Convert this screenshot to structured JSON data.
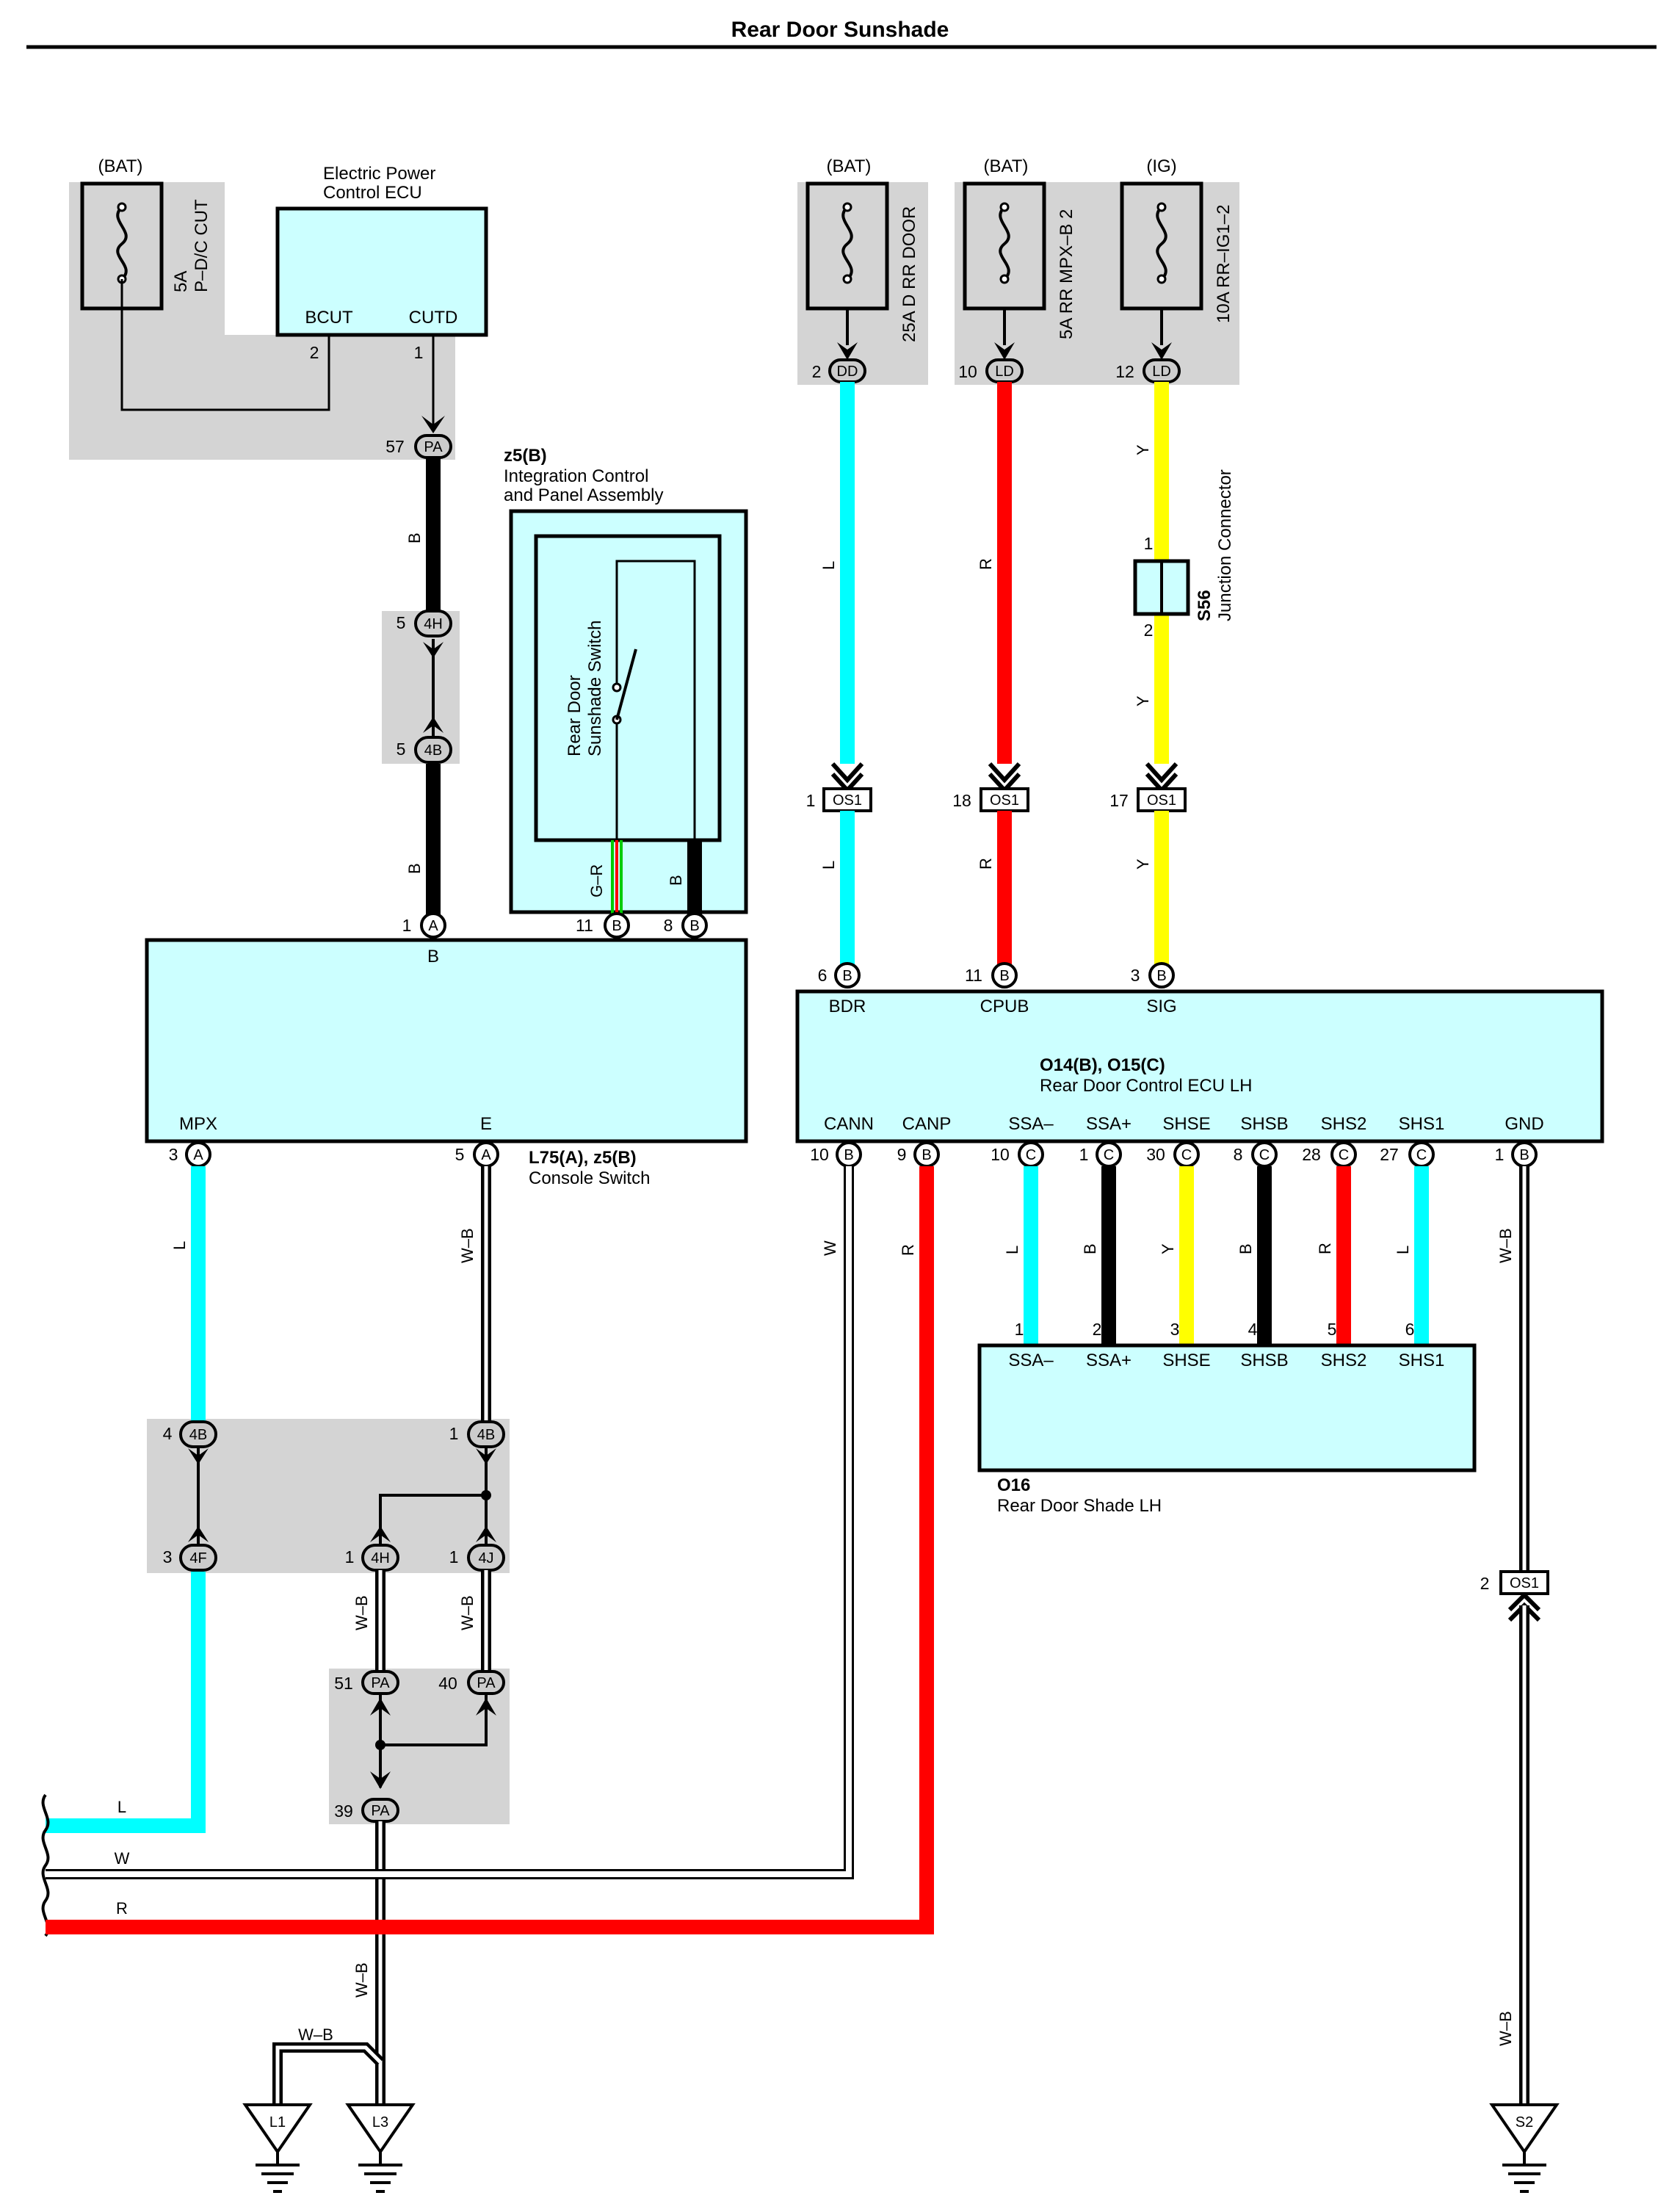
{
  "title": "Rear Door Sunshade",
  "colors": {
    "light_blue": "#00ffff",
    "red": "#ff0000",
    "yellow": "#ffff00",
    "black": "#000000",
    "box_fill": "#ccffff",
    "shade": "#d4d4d4",
    "green": "#00cc00"
  },
  "power": {
    "bat1": "(BAT)",
    "bat2": "(BAT)",
    "bat3": "(BAT)",
    "ig": "(IG)"
  },
  "fuses": {
    "pdc_amp": "5A",
    "pdc_name": "P–D/C CUT",
    "rrdoor": "25A D RR DOOR",
    "mpxb": "5A RR MPX–B 2",
    "ig1": "10A RR–IG1–2"
  },
  "components": {
    "epc_ecu": {
      "line1": "Electric Power",
      "line2": "Control ECU",
      "bcut": "BCUT",
      "cutd": "CUTD",
      "pin_bcut": "2",
      "pin_cutd": "1"
    },
    "panel": {
      "code": "z5(B)",
      "line1": "Integration Control",
      "line2": "and Panel Assembly",
      "switch1": "Rear Door",
      "switch2": "Sunshade Switch"
    },
    "console": {
      "code": "L75(A), z5(B)",
      "name": "Console Switch",
      "b": "B",
      "mpx": "MPX",
      "e": "E"
    },
    "door_ecu": {
      "code": "O14(B), O15(C)",
      "name": "Rear Door Control ECU LH",
      "bdr": "BDR",
      "cpub": "CPUB",
      "sig": "SIG",
      "cann": "CANN",
      "canp": "CANP",
      "ssan": "SSA–",
      "ssap": "SSA+",
      "shse": "SHSE",
      "shsb": "SHSB",
      "shs2": "SHS2",
      "shs1": "SHS1",
      "gnd": "GND"
    },
    "shade": {
      "code": "O16",
      "name": "Rear Door Shade LH",
      "ssan": "SSA–",
      "ssap": "SSA+",
      "shse": "SHSE",
      "shsb": "SHSB",
      "shs2": "SHS2",
      "shs1": "SHS1"
    },
    "junction": {
      "code": "S56",
      "name": "Junction Connector",
      "pin1": "1",
      "pin2": "2"
    }
  },
  "connectors": {
    "pa": "PA",
    "h4": "4H",
    "b4": "4B",
    "f4": "4F",
    "j4": "4J",
    "dd": "DD",
    "ld": "LD",
    "os1": "OS1",
    "a": "A",
    "b": "B",
    "c": "C"
  },
  "pins": {
    "pa57": "57",
    "h4_5": "5",
    "b4_5": "5",
    "a1": "1",
    "b11": "11",
    "b8": "8",
    "dd2": "2",
    "ld10": "10",
    "ld12": "12",
    "os1_1": "1",
    "os1_18": "18",
    "os1_17": "17",
    "b6": "6",
    "b11e": "11",
    "b3": "3",
    "a3": "3",
    "a5": "5",
    "b10": "10",
    "b9": "9",
    "c10": "10",
    "c1": "1",
    "c30": "30",
    "c8": "8",
    "c28": "28",
    "c27": "27",
    "b1": "1",
    "s1": "1",
    "s2": "2",
    "s3": "3",
    "s4": "4",
    "s5": "5",
    "s6": "6",
    "b4_4": "4",
    "b4_1": "1",
    "f4_3": "3",
    "h4_1": "1",
    "j4_1": "1",
    "pa51": "51",
    "pa40": "40",
    "pa39": "39",
    "os1_2": "2"
  },
  "wire_labels": {
    "b": "B",
    "gr": "G–R",
    "l": "L",
    "r": "R",
    "y": "Y",
    "w": "W",
    "wb": "W–B"
  },
  "grounds": {
    "l1": "L1",
    "l3": "L3",
    "s2": "S2"
  }
}
